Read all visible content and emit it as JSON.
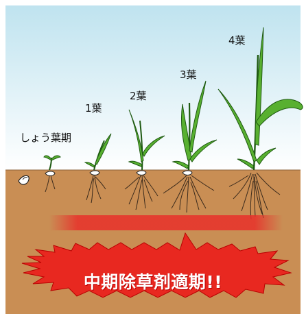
{
  "stage_labels": [
    "しょう葉期",
    "1葉",
    "2葉",
    "3葉",
    "4葉"
  ],
  "banner": {
    "text": "中期除草剤適期!!"
  },
  "colors": {
    "sky_top": "#bfe3ef",
    "sky_bottom": "#ffffff",
    "soil": "#c98e54",
    "leaf": "#58b030",
    "leaf_outline": "#1f5a12",
    "root": "#3a2a1c",
    "band": "#e8302a",
    "banner_fill": "#e82820",
    "banner_text": "#ffffff"
  },
  "icons": [
    "seed-icon",
    "seedling-icon",
    "roots-icon",
    "burst-banner-icon"
  ]
}
